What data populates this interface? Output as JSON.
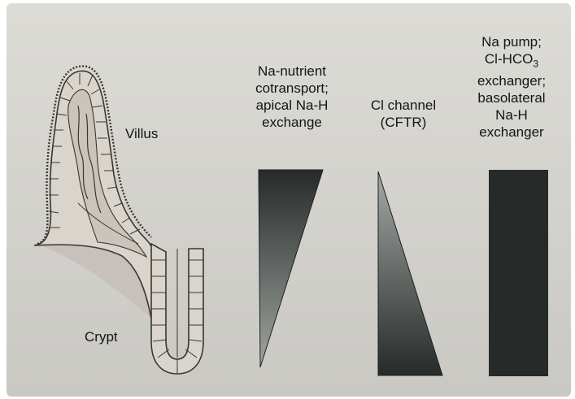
{
  "labels": {
    "villus": "Villus",
    "crypt": "Crypt"
  },
  "columns": [
    {
      "id": "na-nutrient",
      "lines": [
        "Na-nutrient",
        "cotransport;",
        "apical Na-H",
        "exchange"
      ],
      "shape": "triangle-widening-upward"
    },
    {
      "id": "cftr",
      "lines": [
        "Cl channel",
        "(CFTR)"
      ],
      "shape": "triangle-widening-downward"
    },
    {
      "id": "na-pump",
      "lines": [
        "Na pump;",
        "Cl-HCO3",
        "exchanger;",
        "basolateral",
        "Na-H",
        "exchanger"
      ],
      "subscript_in_line_2": "3",
      "shape": "rectangle-uniform"
    }
  ],
  "colors": {
    "background": "#d4d3ce",
    "shape_dark": "#262a28",
    "shape_light": "#9ea3a0",
    "villus_fill": "#c2bcb8",
    "cell_stroke": "#3a3631"
  }
}
